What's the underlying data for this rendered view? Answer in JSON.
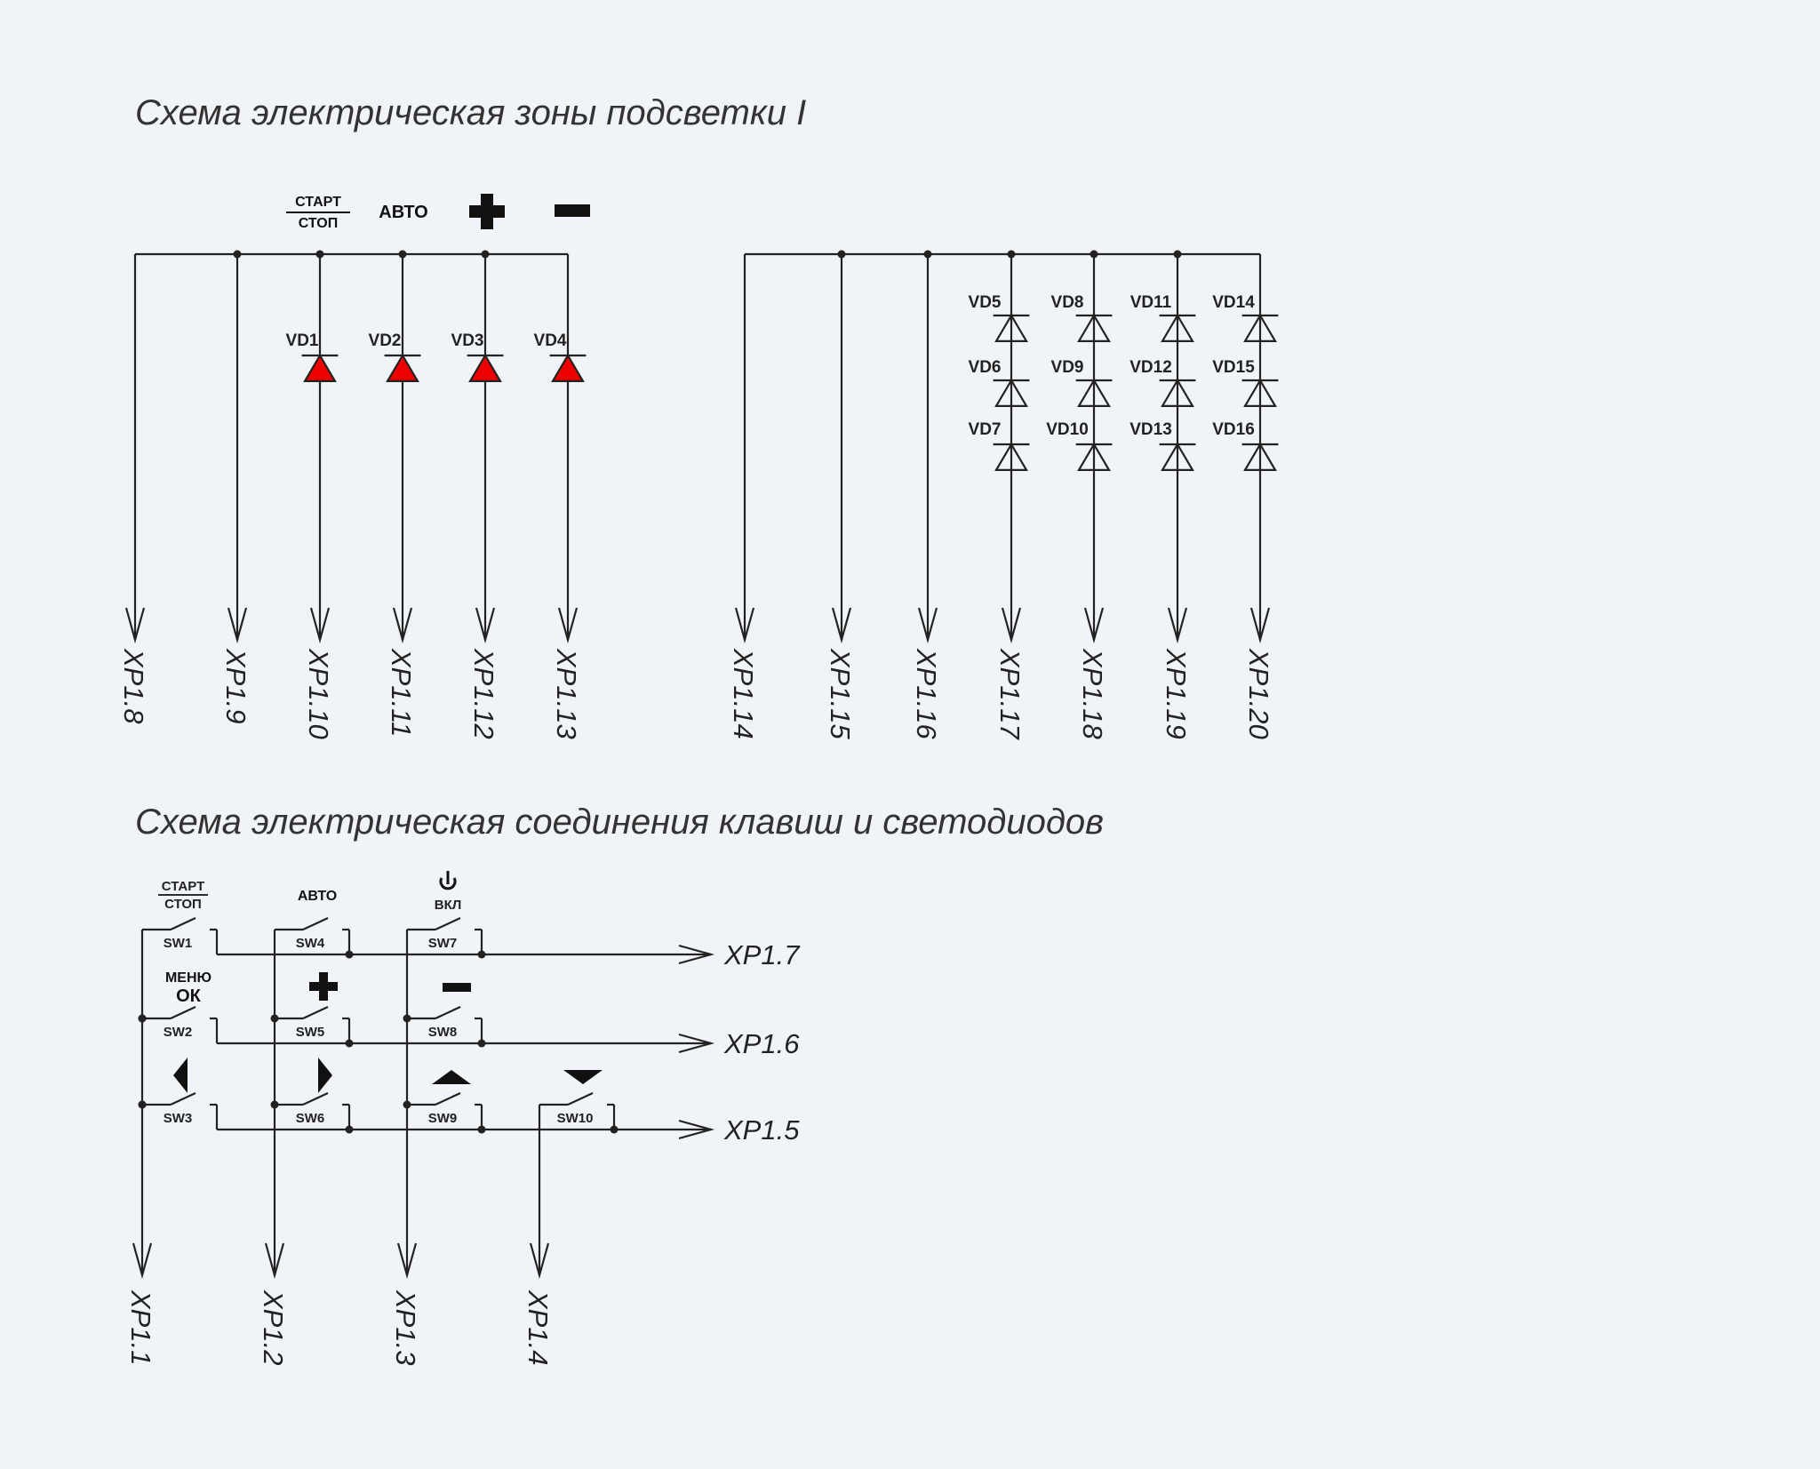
{
  "colors": {
    "background": "#f0f4f8",
    "wire": "#222222",
    "led_fill": "#ee0000"
  },
  "diagram1": {
    "title": "Схема электрическая зоны подсветки  I",
    "key_labels": {
      "start_top": "СТАРТ",
      "start_bottom": "СТОП",
      "auto": "АВТО"
    },
    "left_group": {
      "connectors": [
        "XP1.8",
        "XP1.9",
        "XP1.10",
        "XP1.11",
        "XP1.12",
        "XP1.13"
      ],
      "leds": [
        "VD1",
        "VD2",
        "VD3",
        "VD4"
      ]
    },
    "right_group": {
      "connectors": [
        "XP1.14",
        "XP1.15",
        "XP1.16",
        "XP1.17",
        "XP1.18",
        "XP1.19",
        "XP1.20"
      ],
      "diode_chains": [
        [
          "VD5",
          "VD6",
          "VD7"
        ],
        [
          "VD8",
          "VD9",
          "VD10"
        ],
        [
          "VD11",
          "VD12",
          "VD13"
        ],
        [
          "VD14",
          "VD15",
          "VD16"
        ]
      ]
    }
  },
  "diagram2": {
    "title": "Схема электрическая соединения клавиш и светодиодов",
    "key_labels": {
      "start_top": "СТАРТ",
      "start_bottom": "СТОП",
      "auto": "АВТО",
      "on": "ВКЛ",
      "menu": "МЕНЮ",
      "ok": "ОК"
    },
    "switches": [
      "SW1",
      "SW2",
      "SW3",
      "SW4",
      "SW5",
      "SW6",
      "SW7",
      "SW8",
      "SW9",
      "SW10"
    ],
    "row_connectors": [
      "XP1.7",
      "XP1.6",
      "XP1.5"
    ],
    "column_connectors": [
      "XP1.1",
      "XP1.2",
      "XP1.3",
      "XP1.4"
    ]
  },
  "icons": {
    "plus": "plus-icon",
    "minus": "minus-icon",
    "power": "power-icon",
    "left": "left-arrow-icon",
    "right": "right-arrow-icon",
    "up": "up-arrow-icon",
    "down": "down-arrow-icon"
  }
}
